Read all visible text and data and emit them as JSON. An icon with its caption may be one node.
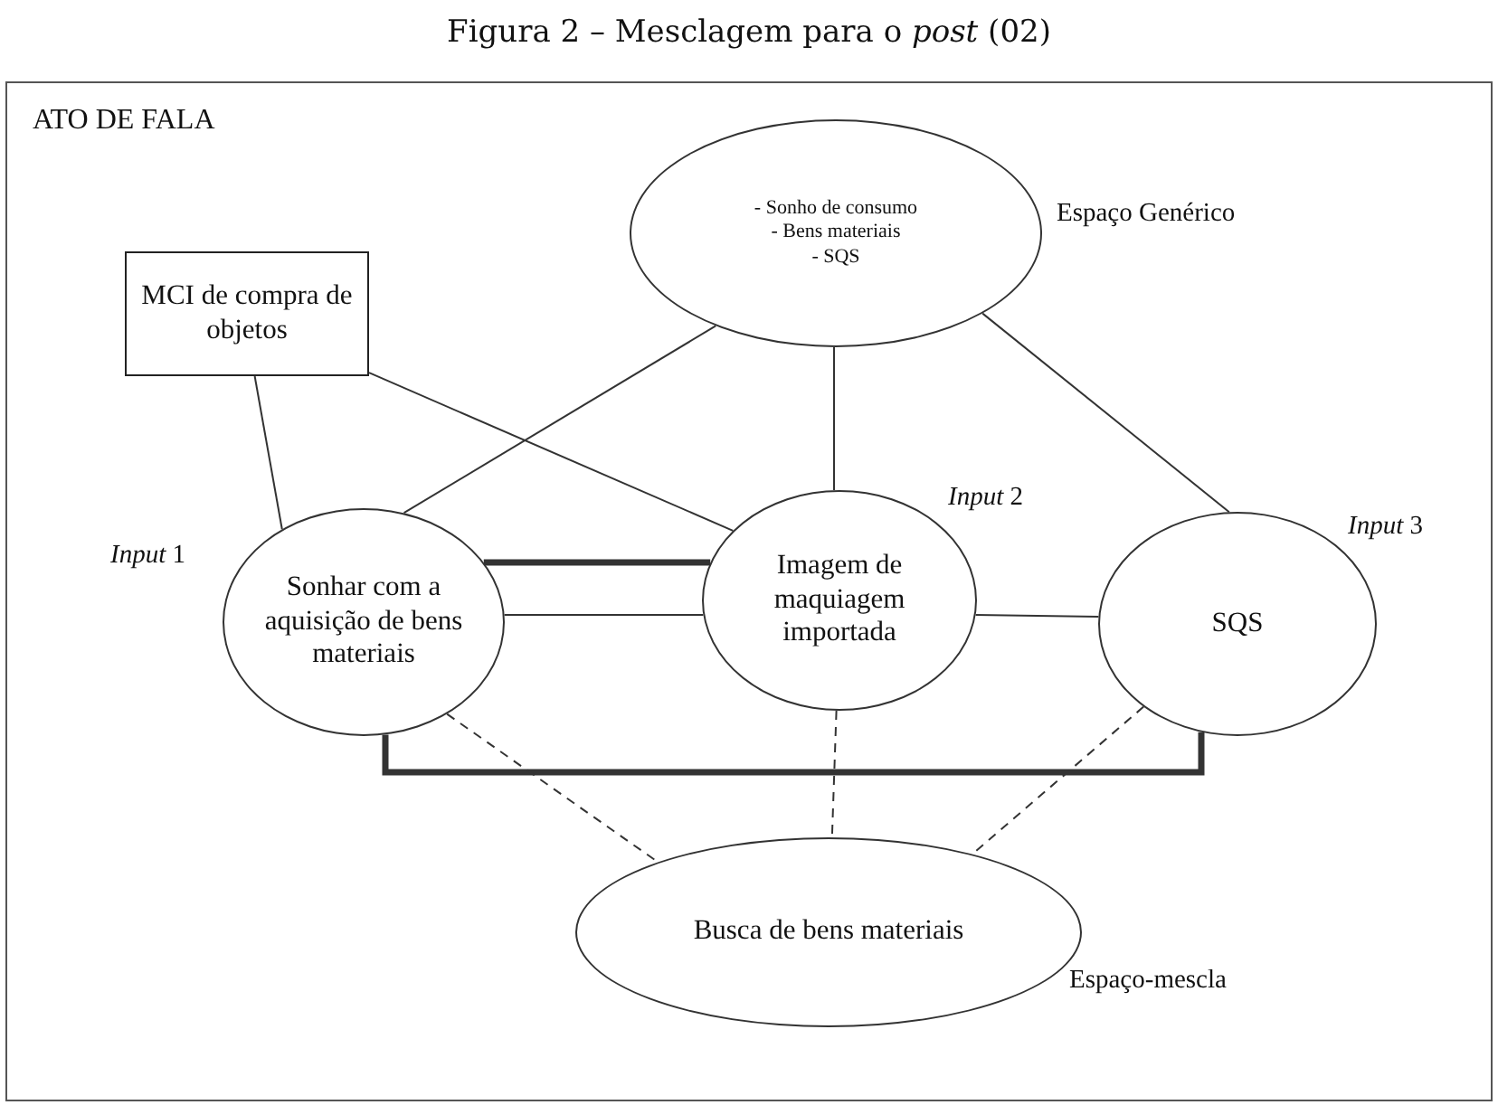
{
  "diagram": {
    "title": "Figura 2 – Mesclagem para o *post* (02)",
    "nodes": [
      {
        "text": [
          "ATO DE FALA"
        ]
      },
      {
        "text": [
          "MCI de compra de objetos"
        ],
        "in": 0
      },
      {
        "text": [
          "- Sonho de consumo",
          "- Bens materiais",
          "- SQS"
        ],
        "in": 0,
        "beside": [
          "Espaço Genérico"
        ]
      },
      {
        "text": [
          "Sonhar com a aquisição de bens materiais"
        ],
        "in": 0,
        "beside": [
          "*Input* 1"
        ]
      },
      {
        "text": [
          "Imagem de maquiagem importada"
        ],
        "in": 0,
        "beside": [
          "*Input* 2"
        ]
      },
      {
        "text": [
          "SQS"
        ],
        "in": 0,
        "beside": [
          "*Input* 3"
        ]
      },
      {
        "text": [
          "Busca de bens materiais"
        ],
        "in": 0,
        "beside": [
          "Espaço-mescla"
        ]
      }
    ],
    "edges": [
      {
        "from": 1,
        "to": 3,
        "arrow": "none"
      },
      {
        "from": 1,
        "to": 4,
        "arrow": "none"
      },
      {
        "from": 2,
        "to": 3,
        "arrow": "none"
      },
      {
        "from": 2,
        "to": 4,
        "arrow": "none"
      },
      {
        "from": 2,
        "to": 5,
        "arrow": "none"
      },
      {
        "from": 3,
        "to": 4,
        "arrow": "none"
      },
      {
        "from": 4,
        "to": 5,
        "arrow": "none"
      },
      {
        "from": 3,
        "to": 4,
        "arrow": "none",
        "style": "thick"
      },
      {
        "from": 3,
        "to": 5,
        "arrow": "none",
        "style": "thick"
      },
      {
        "from": 3,
        "to": 6,
        "arrow": "none",
        "style": "dashed"
      },
      {
        "from": 4,
        "to": 6,
        "arrow": "none",
        "style": "dashed"
      },
      {
        "from": 5,
        "to": 6,
        "arrow": "none",
        "style": "dashed"
      }
    ]
  }
}
